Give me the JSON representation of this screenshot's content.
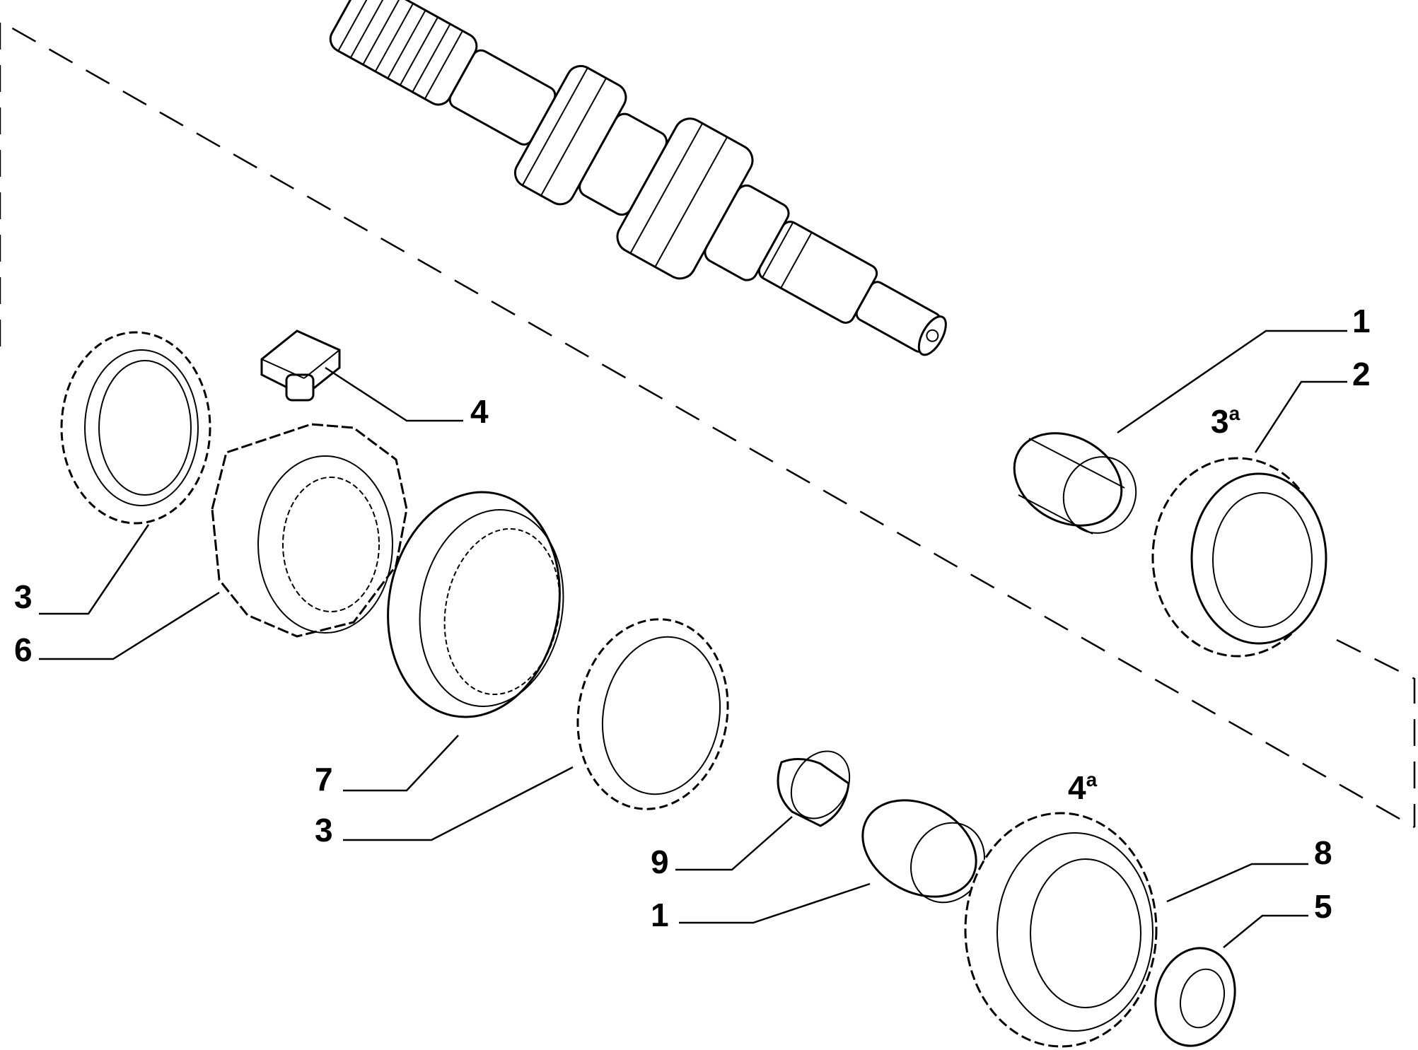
{
  "callouts": [
    {
      "id": "c1a",
      "label": "1"
    },
    {
      "id": "c2",
      "label": "2"
    },
    {
      "id": "c3a_top",
      "label": "3",
      "sup": "a"
    },
    {
      "id": "c4",
      "label": "4"
    },
    {
      "id": "c3_left",
      "label": "3"
    },
    {
      "id": "c6",
      "label": "6"
    },
    {
      "id": "c7",
      "label": "7"
    },
    {
      "id": "c3_mid",
      "label": "3"
    },
    {
      "id": "c9",
      "label": "9"
    },
    {
      "id": "c4a",
      "label": "4",
      "sup": "a"
    },
    {
      "id": "c8",
      "label": "8"
    },
    {
      "id": "c1b",
      "label": "1"
    },
    {
      "id": "c5",
      "label": "5"
    }
  ],
  "colors": {
    "ink": "#000000",
    "paper": "#ffffff"
  }
}
